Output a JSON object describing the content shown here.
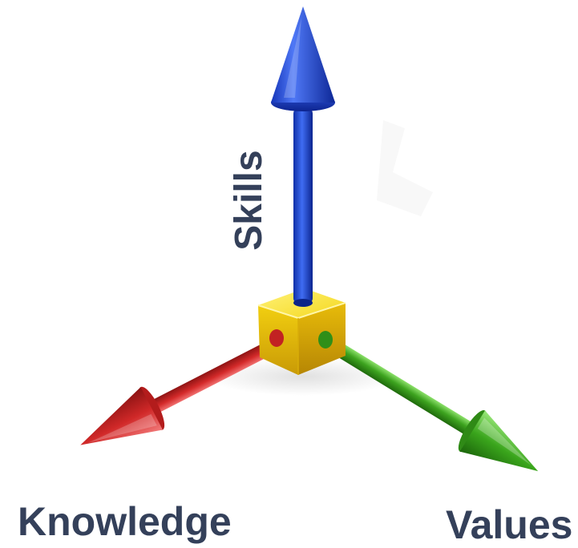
{
  "axes": {
    "vertical": {
      "label": "Skills",
      "color": "#1f45d6"
    },
    "left": {
      "label": "Knowledge",
      "color": "#d42a2a"
    },
    "right": {
      "label": "Values",
      "color": "#3da31f"
    }
  },
  "origin": {
    "color": "#f2d21a",
    "shape": "cube"
  },
  "label_color": "#34405a"
}
